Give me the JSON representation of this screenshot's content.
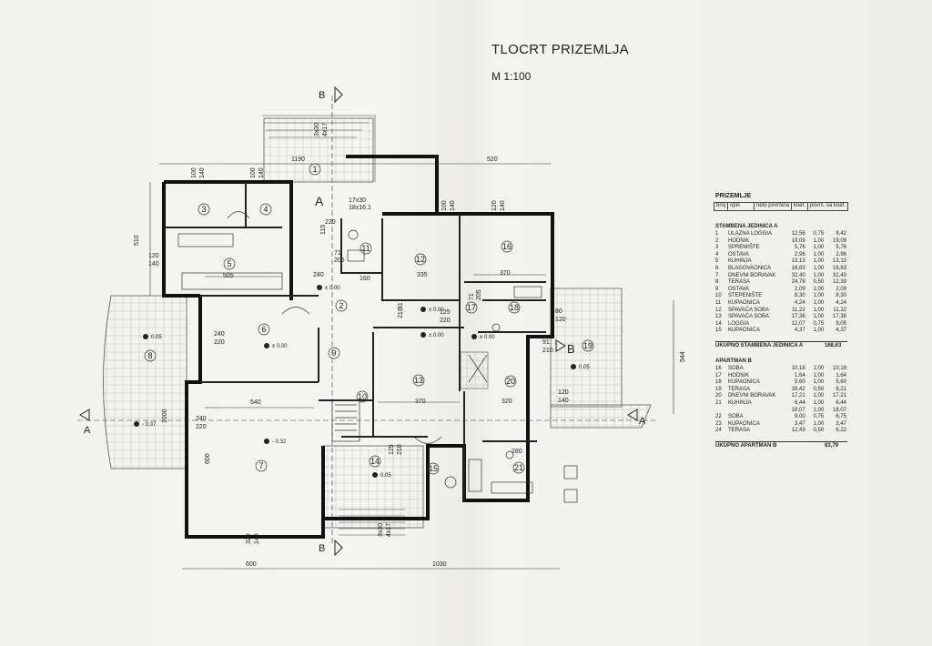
{
  "title": "TLOCRT PRIZEMLJA",
  "scale": "M 1:100",
  "section_labels": {
    "a": "A",
    "b": "B"
  },
  "rooms": [
    "1",
    "2",
    "3",
    "4",
    "5",
    "6",
    "7",
    "8",
    "9",
    "10",
    "11",
    "12",
    "13",
    "14",
    "15",
    "16",
    "17",
    "18",
    "19",
    "20",
    "21"
  ],
  "dimensions": {
    "d1190": "1190",
    "d520": "520",
    "d510": "510",
    "d505": "505",
    "d240": "240",
    "d335": "335",
    "d370": "370",
    "d540": "540",
    "d600": "600",
    "d1030": "1030",
    "d544": "544",
    "d220": "220",
    "d120": "120",
    "d140": "140",
    "d100": "100",
    "d280": "280",
    "d320": "320",
    "d80": "80",
    "d210": "210",
    "d205": "205",
    "d71": "71",
    "d81": "81",
    "d125": "125",
    "d91": "91",
    "d115": "115",
    "d17x30": "17x30",
    "d18x16": "18x16.1",
    "d3x30": "3x30",
    "d4x17": "4x17",
    "d160": "160",
    "d1000": "1000"
  },
  "levels": {
    "l005": "0.05",
    "l000": "± 0.00",
    "l032": "- 0.32",
    "l037": "- 0.37"
  },
  "table_a": {
    "heading": "PRIZEMLJE",
    "col_brroj": "broj",
    "col_opis": "opis",
    "col_neto": "neto površina",
    "col_koef": "koef.",
    "col_povr": "površ. sa koef.",
    "unit_title": "STAMBENA JEDINICA A",
    "rows": [
      [
        "1",
        "ULAZNA LOGGIA",
        "12,56",
        "0,75",
        "9,42"
      ],
      [
        "2",
        "HODNIK",
        "19,09",
        "1,00",
        "19,09"
      ],
      [
        "3",
        "SPREMIŠTE",
        "5,76",
        "1,00",
        "5,76"
      ],
      [
        "4",
        "OSTAVA",
        "2,96",
        "1,00",
        "2,96"
      ],
      [
        "5",
        "KUHINJA",
        "13,13",
        "1,00",
        "13,13"
      ],
      [
        "6",
        "BLAGOVAONICA",
        "16,83",
        "1,00",
        "16,83"
      ],
      [
        "7",
        "DNEVNI BORAVAK",
        "32,40",
        "1,00",
        "32,40"
      ],
      [
        "8",
        "TERASA",
        "24,78",
        "0,50",
        "12,39"
      ],
      [
        "9",
        "OSTAVA",
        "2,09",
        "1,00",
        "2,09"
      ],
      [
        "10",
        "STEPENIŠTE",
        "8,30",
        "1,00",
        "8,30"
      ],
      [
        "11",
        "KUPAONICA",
        "4,24",
        "1,00",
        "4,24"
      ],
      [
        "12",
        "SPAVAĆA SOBA",
        "11,22",
        "1,00",
        "11,22"
      ],
      [
        "13",
        "SPAVAĆA SOBA",
        "17,38",
        "1,00",
        "17,38"
      ],
      [
        "14",
        "LOGGIA",
        "12,07",
        "0,75",
        "9,05"
      ],
      [
        "15",
        "KUPAONICA",
        "4,37",
        "1,00",
        "4,37"
      ]
    ],
    "total_label": "UKUPNO STAMBENA JEDINICA  A",
    "total_value": "168,63"
  },
  "table_b": {
    "unit_title": "APARTMAN  B",
    "rows": [
      [
        "16",
        "SOBA",
        "10,18",
        "1,00",
        "10,18"
      ],
      [
        "17",
        "HODNIK",
        "1,64",
        "1,00",
        "1,64"
      ],
      [
        "18",
        "KUPAONICA",
        "5,60",
        "1,00",
        "5,60"
      ],
      [
        "19",
        "TERASA",
        "16,42",
        "0,50",
        "8,21"
      ],
      [
        "20",
        "DNEVNI BORAVAK",
        "17,21",
        "1,00",
        "17,21"
      ],
      [
        "21",
        "KUHINJA",
        "6,44",
        "1,00",
        "6,44"
      ],
      [
        "",
        "",
        "18,07",
        "1,00",
        "18,07"
      ],
      [
        "22",
        "SOBA",
        "9,00",
        "0,75",
        "6,75"
      ],
      [
        "23",
        "KUPAONICA",
        "3,47",
        "1,00",
        "3,47"
      ],
      [
        "24",
        "TERASA",
        "12,43",
        "0,50",
        "6,22"
      ]
    ],
    "total_label": "UKUPNO  APARTMAN  B",
    "total_value": "83,79"
  }
}
